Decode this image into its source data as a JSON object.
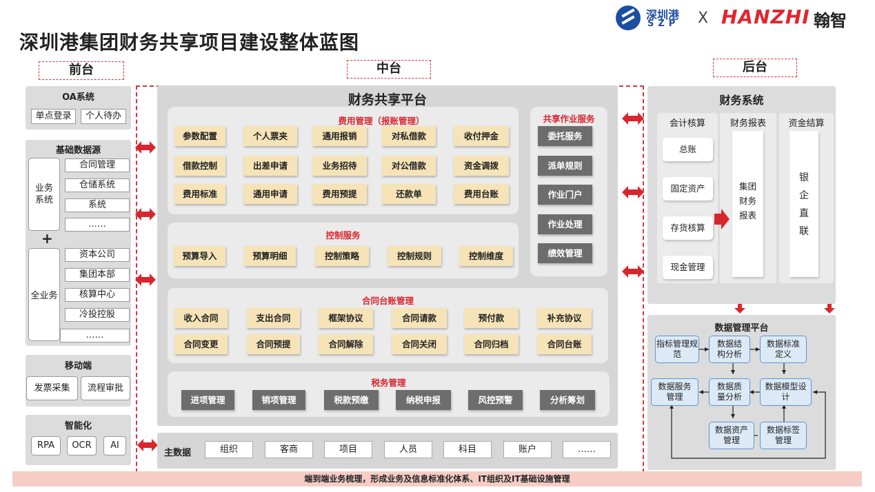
{
  "title": "深圳港集团财务共享项目建设整体蓝图",
  "logo": {
    "szp_cn": "深圳港",
    "szp_en": "SZP",
    "x": "X",
    "hanzhi": "HANZHI",
    "hanzhi_cn": "翰智"
  },
  "sections": {
    "front": "前台",
    "middle": "中台",
    "back": "后台"
  },
  "front": {
    "oa": {
      "title": "OA系统",
      "items": [
        "单点登录",
        "个人待办"
      ]
    },
    "basic": {
      "title": "基础数据源",
      "biz_label": "业务系统",
      "biz_items": [
        "合同管理",
        "仓储系统",
        "系统",
        "……"
      ],
      "plus": "+",
      "all_label": "全业务",
      "all_items": [
        "资本公司",
        "集团本部",
        "核算中心",
        "冷投控股",
        "……"
      ]
    },
    "mobile": {
      "title": "移动端",
      "items": [
        "发票采集",
        "流程审批"
      ]
    },
    "smart": {
      "title": "智能化",
      "items": [
        "RPA",
        "OCR",
        "AI"
      ]
    }
  },
  "middle": {
    "title": "财务共享平台",
    "expense": {
      "title": "费用管理（报账管理）",
      "rows": [
        [
          "参数配置",
          "个人票夹",
          "通用报销",
          "对私借款",
          "收付押金"
        ],
        [
          "借款控制",
          "出差申请",
          "业务招待",
          "对公借款",
          "资金调拨"
        ],
        [
          "费用标准",
          "通用申请",
          "费用预提",
          "还款单",
          "费用台账"
        ]
      ]
    },
    "shared": {
      "title": "共享作业服务",
      "items": [
        "委托服务",
        "派单规则",
        "作业门户",
        "作业处理",
        "绩效管理"
      ]
    },
    "control": {
      "title": "控制服务",
      "items": [
        "预算导入",
        "预算明细",
        "控制策略",
        "控制规则",
        "控制维度"
      ]
    },
    "contract": {
      "title": "合同台账管理",
      "rows": [
        [
          "收入合同",
          "支出合同",
          "框架协议",
          "合同请款",
          "预付款",
          "补充协议"
        ],
        [
          "合同变更",
          "合同预提",
          "合同解除",
          "合同关闭",
          "合同归档",
          "合同台账"
        ]
      ]
    },
    "tax": {
      "title": "税务管理",
      "items": [
        "进项管理",
        "销项管理",
        "税款预缴",
        "纳税申报",
        "风控预警",
        "分析筹划"
      ]
    },
    "master": {
      "label": "主数据",
      "items": [
        "组织",
        "客商",
        "项目",
        "人员",
        "科目",
        "账户",
        "……"
      ]
    }
  },
  "back": {
    "finance": {
      "title": "财务系统",
      "col_titles": [
        "会计核算",
        "财务报表",
        "资金结算"
      ],
      "accounting": [
        "总账",
        "固定资产",
        "存货核算",
        "现金管理"
      ],
      "report": "集团财务报表",
      "fund": "银企直联"
    },
    "data_platform": {
      "title": "数据管理平台",
      "nodes": {
        "indicator": "指标管理规范",
        "structure": "数据结构分析",
        "standard": "数据标准定义",
        "service": "数据服务管理",
        "quality": "数据质量分析",
        "model": "数据模型设计",
        "asset": "数据资产管理",
        "tag": "数据标签管理"
      }
    }
  },
  "footer": "端到端业务梳理，形成业务及信息标准化体系、IT组织及IT基础设施管理",
  "colors": {
    "accent_red": "#d9262d",
    "yellow_box": "#f6e4b8",
    "gray_box": "#6d6d6d",
    "blue_box": "#dce9f6"
  }
}
